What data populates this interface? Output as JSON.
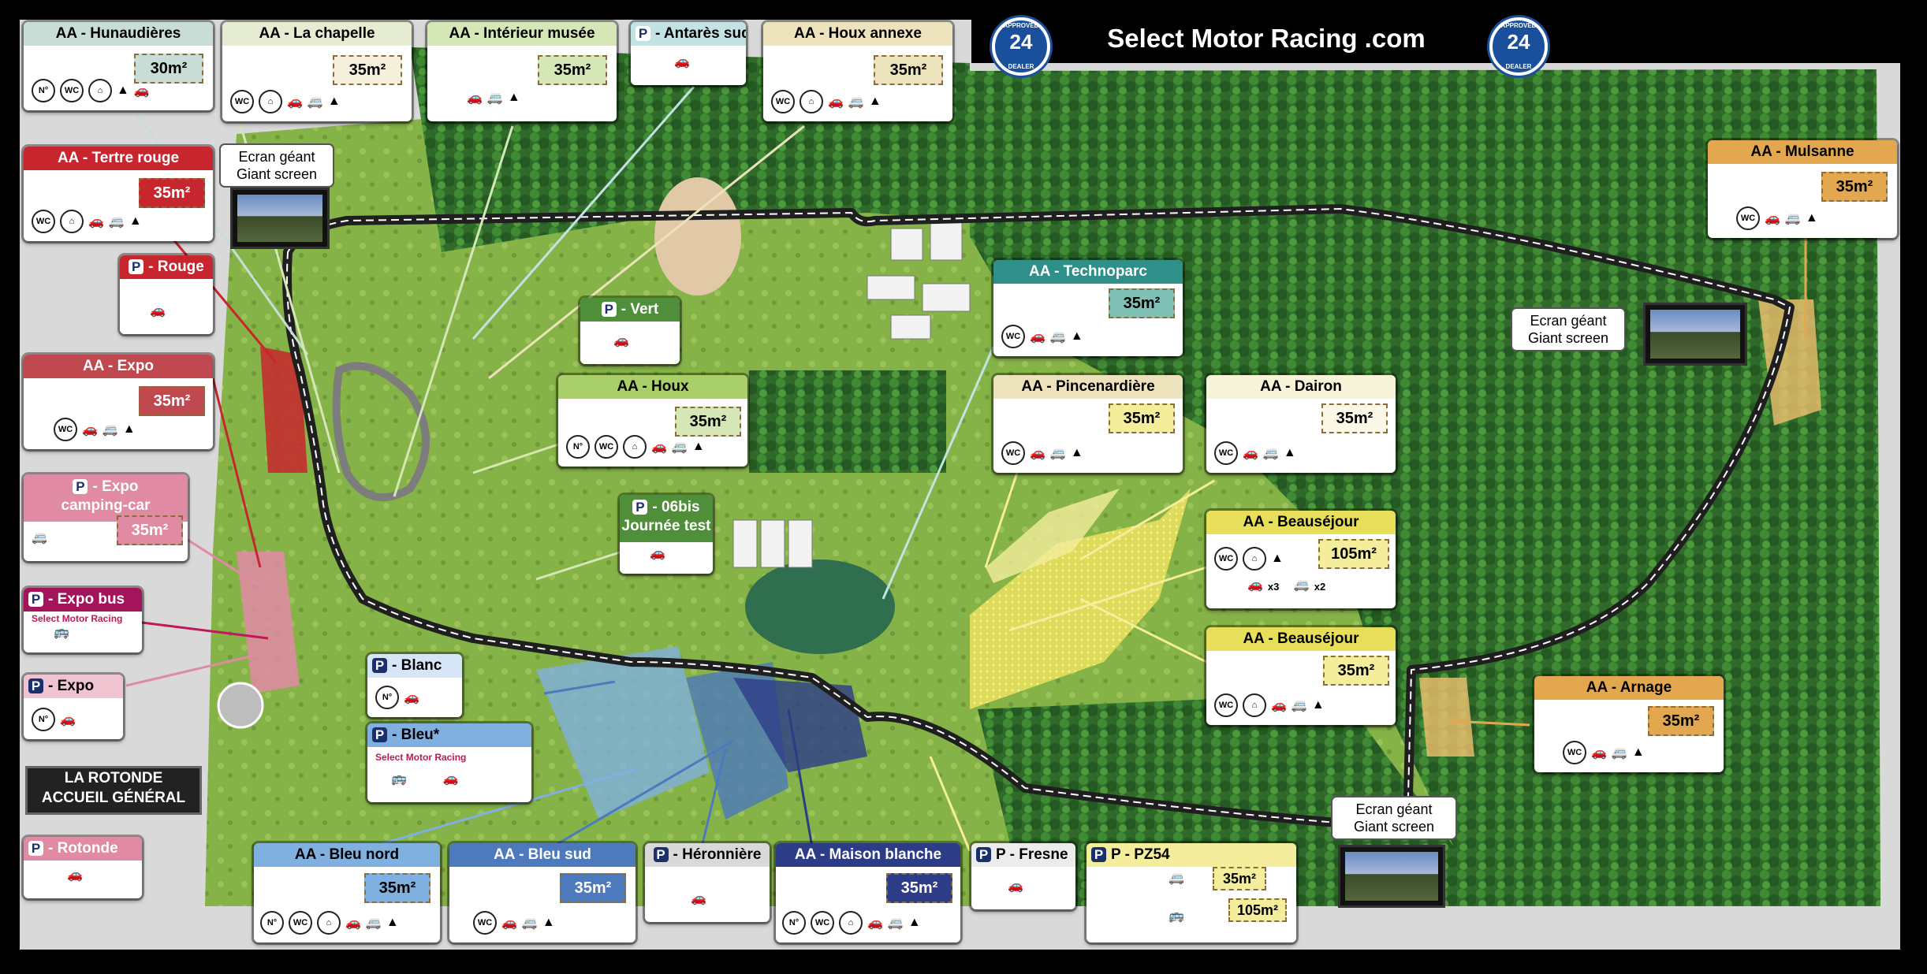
{
  "header": {
    "title": "Select Motor Racing .com"
  },
  "badges": [
    {
      "top": "APPROVED",
      "number": "24",
      "bottom": "DEALER"
    },
    {
      "top": "APPROVED",
      "number": "24",
      "bottom": "DEALER"
    }
  ],
  "colors": {
    "background": "#000000",
    "track": "#1f1f1f",
    "forest": "#2e6b2a",
    "meadow": "#7fae3f",
    "aa_gray": "#c7ddd6",
    "aa_green": "#d5e7b6",
    "aa_beige": "#ece3bd",
    "aa_red": "#c7262e",
    "aa_pink": "#e08aa4",
    "aa_orange": "#e3a84f",
    "aa_yellow": "#f4ee9c",
    "aa_blue": "#4d79bd",
    "aa_navy": "#2c3c87",
    "p_teal": "#c3e2e3"
  },
  "screens": [
    {
      "line1": "Ecran géant",
      "line2": "Giant screen"
    },
    {
      "line1": "Ecran géant",
      "line2": "Giant screen"
    },
    {
      "line1": "Ecran géant",
      "line2": "Giant screen"
    }
  ],
  "rotonde": {
    "line1": "LA ROTONDE",
    "line2": "ACCUEIL GÉNÉRAL"
  },
  "areas": {
    "hunaudieres": {
      "title": "AA - Hunaudières",
      "size": "30m²",
      "icons": [
        "n-icon",
        "wc-icon",
        "shower-icon",
        "tent-dome-icon",
        "car-icon"
      ]
    },
    "chapelle": {
      "title": "AA - La chapelle",
      "size": "35m²",
      "icons": [
        "wc-icon",
        "shower-icon",
        "car-icon",
        "camper-icon",
        "tent-icon"
      ]
    },
    "musee": {
      "title": "AA - Intérieur musée",
      "size": "35m²",
      "icons": [
        "car-icon",
        "camper-icon",
        "tent-icon"
      ]
    },
    "antares": {
      "title": "P - Antarès sud",
      "p": "P",
      "rest": "- Antarès sud",
      "icons": [
        "car-icon"
      ]
    },
    "houx_annexe": {
      "title": "AA - Houx annexe",
      "size": "35m²",
      "icons": [
        "wc-icon",
        "shower-icon",
        "car-icon",
        "camper-icon",
        "tent-icon"
      ]
    },
    "tertre": {
      "title": "AA - Tertre rouge",
      "size": "35m²",
      "icons": [
        "wc-icon",
        "shower-icon",
        "car-icon",
        "camper-icon",
        "tent-icon"
      ]
    },
    "rouge": {
      "p": "P",
      "rest": "- Rouge",
      "icons": [
        "car-icon"
      ]
    },
    "expo": {
      "title": "AA - Expo",
      "size": "35m²",
      "icons": [
        "wc-icon",
        "car-icon",
        "camper-icon",
        "tent-icon"
      ]
    },
    "expo_cc": {
      "p": "P",
      "rest": "- Expo",
      "rest2": "camping-car",
      "size": "35m²",
      "icons": [
        "camper-icon"
      ]
    },
    "expo_bus": {
      "p": "P",
      "rest": "- Expo bus",
      "note": "Select Motor Racing",
      "icons": [
        "bus-icon"
      ]
    },
    "p_expo": {
      "p": "P",
      "rest": "- Expo",
      "icons": [
        "n-icon",
        "car-icon"
      ]
    },
    "rotonde_p": {
      "p": "P",
      "rest": "- Rotonde",
      "icons": [
        "car-icon"
      ]
    },
    "vert": {
      "p": "P",
      "rest": "- Vert",
      "icons": [
        "car-icon"
      ]
    },
    "houx": {
      "title": "AA - Houx",
      "size": "35m²",
      "icons": [
        "n-icon",
        "wc-icon",
        "shower-icon",
        "car-icon",
        "camper-icon",
        "tent-icon"
      ]
    },
    "p06bis": {
      "p": "P",
      "rest": "- 06bis",
      "rest2": "Journée test",
      "icons": [
        "car-icon"
      ]
    },
    "technoparc": {
      "title": "AA - Technoparc",
      "size": "35m²",
      "icons": [
        "wc-icon",
        "car-icon",
        "camper-icon",
        "tent-icon"
      ]
    },
    "pincenardiere": {
      "title": "AA - Pincenardière",
      "size": "35m²",
      "icons": [
        "wc-icon",
        "car-icon",
        "camper-icon",
        "tent-icon"
      ]
    },
    "dairon": {
      "title": "AA - Dairon",
      "size": "35m²",
      "icons": [
        "wc-icon",
        "car-icon",
        "camper-icon",
        "tent-icon"
      ]
    },
    "beausejour1": {
      "title": "AA - Beauséjour",
      "size": "105m²",
      "icons": [
        "wc-icon",
        "shower-icon",
        "tent-icon"
      ],
      "car_mult": "x3",
      "camper_mult": "x2"
    },
    "beausejour2": {
      "title": "AA - Beauséjour",
      "size": "35m²",
      "icons": [
        "wc-icon",
        "shower-icon",
        "car-icon",
        "camper-icon",
        "tent-icon"
      ]
    },
    "mulsanne": {
      "title": "AA - Mulsanne",
      "size": "35m²",
      "icons": [
        "wc-icon",
        "car-icon",
        "camper-icon",
        "tent-icon"
      ]
    },
    "arnage": {
      "title": "AA - Arnage",
      "size": "35m²",
      "icons": [
        "wc-icon",
        "car-icon",
        "camper-icon",
        "tent-icon"
      ]
    },
    "blanc": {
      "p": "P",
      "rest": "- Blanc",
      "icons": [
        "n-icon",
        "car-icon"
      ]
    },
    "bleu": {
      "p": "P",
      "rest": "- Bleu*",
      "note": "Select Motor Racing",
      "icons": [
        "bus-icon",
        "car-icon"
      ]
    },
    "bleu_nord": {
      "title": "AA - Bleu nord",
      "size": "35m²",
      "icons": [
        "n-icon",
        "wc-icon",
        "shower-icon",
        "car-icon",
        "camper-icon",
        "tent-icon"
      ]
    },
    "bleu_sud": {
      "title": "AA - Bleu sud",
      "size": "35m²",
      "icons": [
        "wc-icon",
        "car-icon",
        "camper-icon",
        "tent-icon"
      ]
    },
    "heronniere": {
      "p": "P",
      "rest": "- Héronnière",
      "icons": [
        "car-icon"
      ]
    },
    "maison_blanche": {
      "title": "AA - Maison blanche",
      "size": "35m²",
      "icons": [
        "n-icon",
        "wc-icon",
        "shower-icon",
        "car-icon",
        "camper-icon",
        "tent-icon"
      ]
    },
    "fresne": {
      "p": "P",
      "rest": "P - Fresne",
      "icons": [
        "car-icon"
      ]
    },
    "pz54": {
      "p": "P",
      "rest": "P - PZ54",
      "size1": "35m²",
      "size2": "105m²",
      "icons": [
        "camper-icon",
        "bus-icon"
      ]
    }
  }
}
